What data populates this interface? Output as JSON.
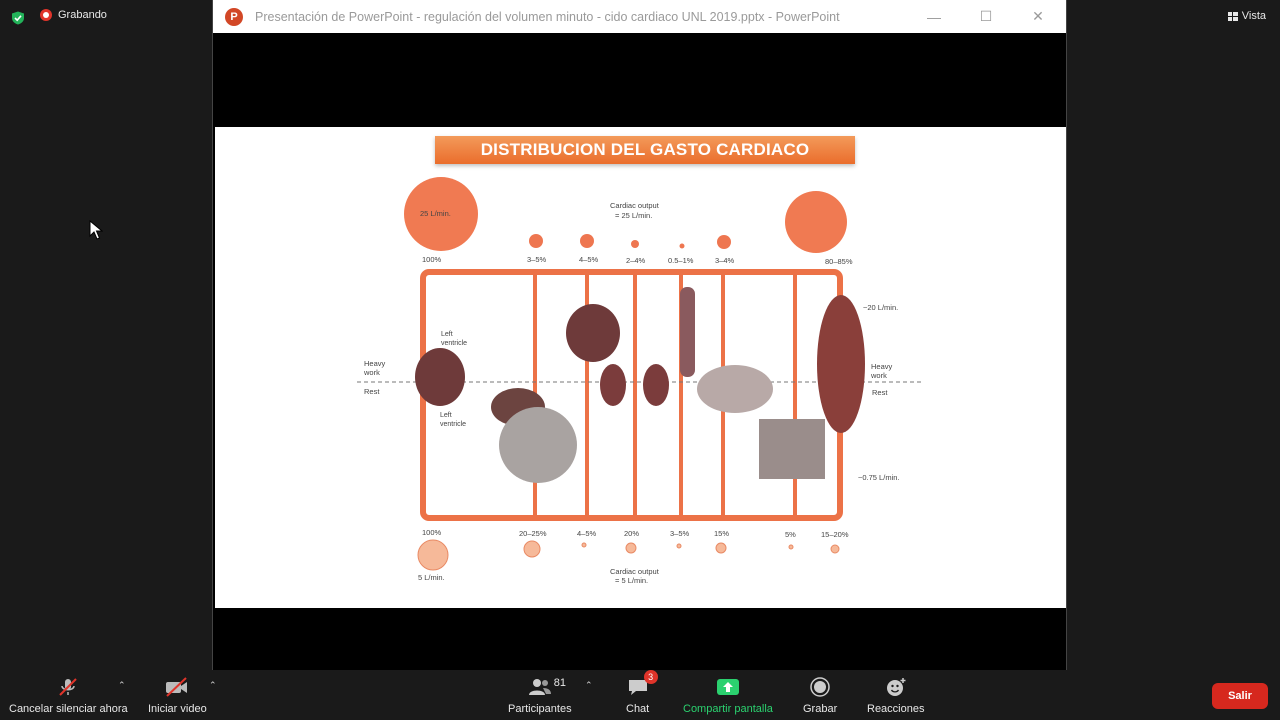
{
  "meeting": {
    "recording_label": "Grabando",
    "view_label": "Vista"
  },
  "ppt": {
    "logo_letter": "P",
    "window_title": "Presentación de PowerPoint  -  regulación del volumen minuto - cido cardiaco UNL 2019.pptx - PowerPoint"
  },
  "slide": {
    "heading": "DISTRIBUCION DEL GASTO CARDIACO",
    "top_left_circle": "25 L/min.",
    "top_output_line1": "Cardiac output",
    "top_output_line2": "= 25 L/min.",
    "top_percents": [
      "100%",
      "3–5%",
      "4–5%",
      "2–4%",
      "0.5–1%",
      "3–4%",
      "80–85%"
    ],
    "right_upper_flow": "~20 L/min.",
    "right_lower_flow": "~0.75 L/min.",
    "left_heavy_work": [
      "Heavy",
      "work"
    ],
    "left_rest": "Rest",
    "right_heavy_work": [
      "Heavy",
      "work"
    ],
    "right_rest": "Rest",
    "left_ventricle_upper": [
      "Left",
      "ventricle"
    ],
    "left_ventricle_lower": [
      "Left",
      "ventricle"
    ],
    "bottom_percents": [
      "100%",
      "20–25%",
      "4–5%",
      "20%",
      "3–5%",
      "15%",
      "5%",
      "15–20%"
    ],
    "bottom_left_flow": "5 L/min.",
    "bottom_output_line1": "Cardiac output",
    "bottom_output_line2": "= 5 L/min."
  },
  "toolbar": {
    "unmute_label": "Cancelar silenciar ahora",
    "video_label": "Iniciar video",
    "participants_label": "Participantes",
    "participants_count": "81",
    "chat_label": "Chat",
    "chat_badge": "3",
    "share_label": "Compartir pantalla",
    "record_label": "Grabar",
    "reactions_label": "Reacciones",
    "leave_label": "Salir"
  },
  "colors": {
    "accent_orange": "#ea6d2c",
    "share_green": "#2bd16f",
    "leave_red": "#d6281e",
    "recording_red": "#e0342a"
  }
}
